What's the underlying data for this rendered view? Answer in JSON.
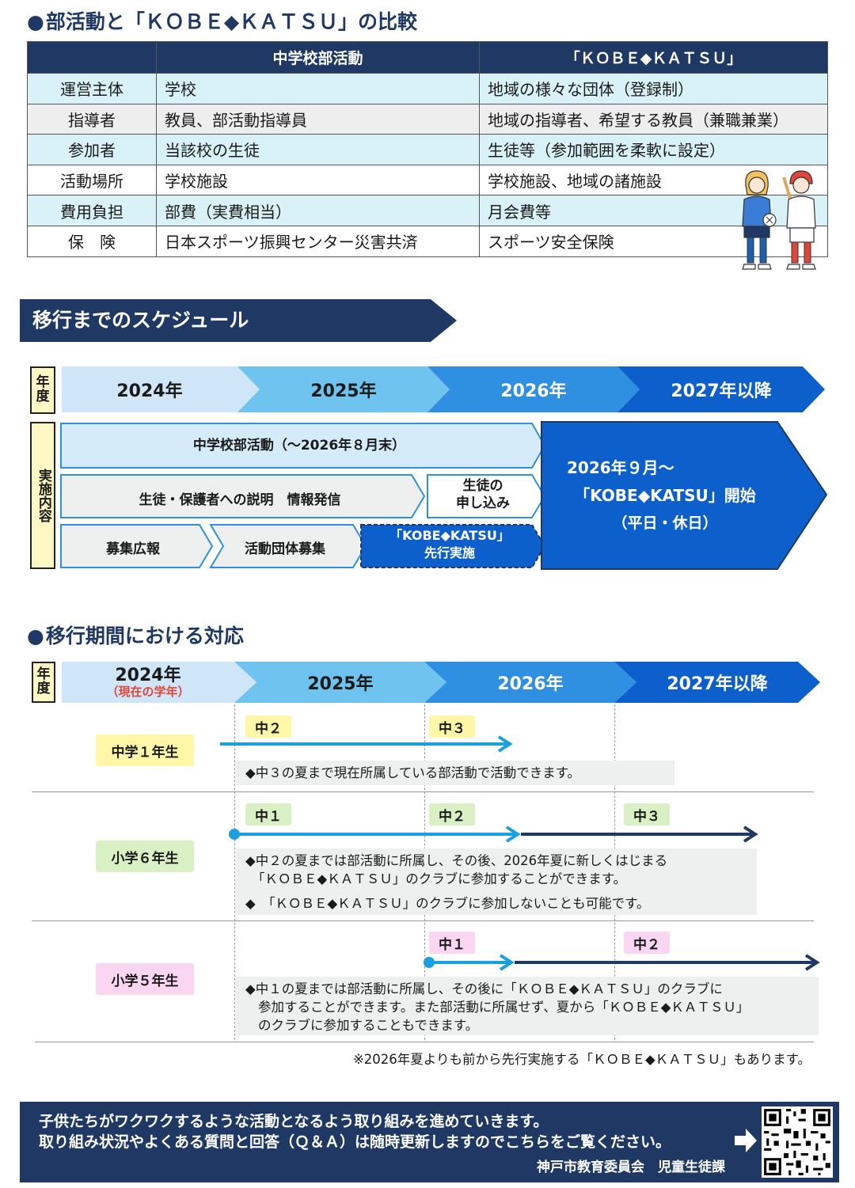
{
  "compare": {
    "bullet": "●",
    "title": "部活動と「ＫＯＢＥ◆ＫＡＴＳＵ」の比較",
    "col_school": "中学校部活動",
    "col_kobe": "「ＫＯＢＥ◆ＫＡＴＳＵ」",
    "rows": [
      {
        "item": "運営主体",
        "school": "学校",
        "kobe": "地域の様々な団体（登録制）"
      },
      {
        "item": "指導者",
        "school": "教員、部活動指導員",
        "kobe": "地域の指導者、希望する教員（兼職兼業）"
      },
      {
        "item": "参加者",
        "school": "当該校の生徒",
        "kobe": "生徒等（参加範囲を柔軟に設定）"
      },
      {
        "item": "活動場所",
        "school": "学校施設",
        "kobe": "学校施設、地域の諸施設"
      },
      {
        "item": "費用負担",
        "school": "部費（実費相当）",
        "kobe": "月会費等"
      },
      {
        "item": "保　険",
        "school": "日本スポーツ振興センター災害共済",
        "kobe": "スポーツ安全保険"
      }
    ]
  },
  "schedule": {
    "banner": "移行までのスケジュール",
    "year_label": "年度",
    "impl_label": "実施内容",
    "years": [
      "2024年",
      "2025年",
      "2026年",
      "2027年以降"
    ],
    "school_club": "中学校部活動（～2026年８月末）",
    "explain": "生徒・保護者への説明　情報発信",
    "apply_1": "生徒の",
    "apply_2": "申し込み",
    "ad": "募集広報",
    "recruit": "活動団体募集",
    "pilot_1": "「KOBE◆KATSU」",
    "pilot_2": "先行実施",
    "start_1": "2026年９月～",
    "start_2": "「KOBE◆KATSU」開始",
    "start_3": "（平日・休日）",
    "colors": {
      "y2024": "#cfe6f8",
      "y2025": "#6ec3ef",
      "y2026": "#2f8fe0",
      "y2027": "#0d5fcc",
      "navy": "#1f3864"
    }
  },
  "transition": {
    "bullet": "●",
    "title": "移行期間における対応",
    "year_label": "年度",
    "years": [
      "2024年",
      "2025年",
      "2026年",
      "2027年以降"
    ],
    "current": "（現在の学年）",
    "g1": {
      "label": "中学１年生",
      "tags": [
        "中２",
        "中３"
      ],
      "note": "◆中３の夏まで現在所属している部活動で活動できます。"
    },
    "g6": {
      "label": "小学６年生",
      "tags": [
        "中１",
        "中２",
        "中３"
      ],
      "note_1": "◆中２の夏までは部活動に所属し、その後、2026年夏に新しくはじまる",
      "note_2": "「ＫＯＢＥ◆ＫＡＴＳＵ」のクラブに参加することができます。",
      "note_3": "◆　「ＫＯＢＥ◆ＫＡＴＳＵ」のクラブに参加しないことも可能です。"
    },
    "g5": {
      "label": "小学５年生",
      "tags": [
        "中１",
        "中２"
      ],
      "note_1": "◆中１の夏までは部活動に所属し、その後に「ＫＯＢＥ◆ＫＡＴＳＵ」のクラブに",
      "note_2": "参加することができます。また部活動に所属せず、夏から「ＫＯＢＥ◆ＫＡＴＳＵ」",
      "note_3": "のクラブに参加することもできます。"
    },
    "footnote": "※2026年夏よりも前から先行実施する「ＫＯＢＥ◆ＫＡＴＳＵ」もあります。"
  },
  "footer": {
    "line1": "子供たちがワクワクするような活動となるよう取り組みを進めていきます。",
    "line2": "取り組み状況やよくある質問と回答（Ｑ＆Ａ）は随時更新しますのでこちらをご覧ください。",
    "org": "神戸市教育委員会　児童生徒課",
    "arrow_icon": "right-arrow-icon",
    "qr_icon": "qr-code-icon"
  }
}
